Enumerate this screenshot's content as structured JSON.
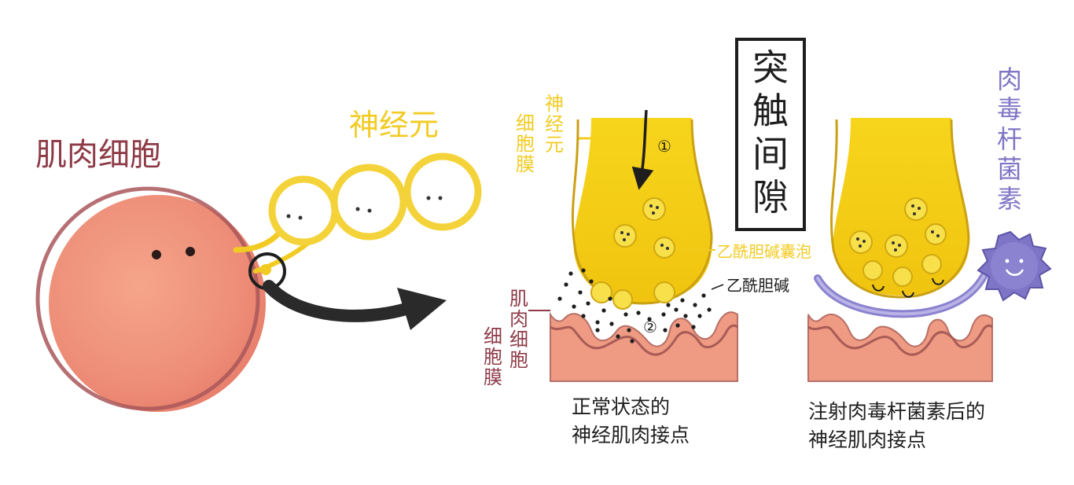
{
  "labels": {
    "muscle_cell": "肌肉细胞",
    "neuron": "神经元",
    "synaptic_gap": "突触间隙",
    "neuron_membrane_a": "神经元",
    "neuron_membrane_b": "细胞膜",
    "muscle_membrane_a": "肌肉细胞",
    "muscle_membrane_b": "细胞膜",
    "vesicle": "乙酰胆碱囊泡",
    "acetylcholine": "乙酰胆碱",
    "botulinum_toxin": "肉毒杆菌素",
    "normal_caption_1": "正常状态的",
    "normal_caption_2": "神经肌肉接点",
    "injected_caption_1": "注射肉毒杆菌素后的",
    "injected_caption_2": "神经肌肉接点",
    "step_1": "①",
    "step_2": "②"
  },
  "colors": {
    "muscle_text": "#8e3b47",
    "neuron_yellow": "#f2cb22",
    "neuron_fill": "#f6d21e",
    "muscle_fill": "#ef9a82",
    "toxin_purple": "#7f75c6",
    "text_dark": "#1e1e1e"
  }
}
